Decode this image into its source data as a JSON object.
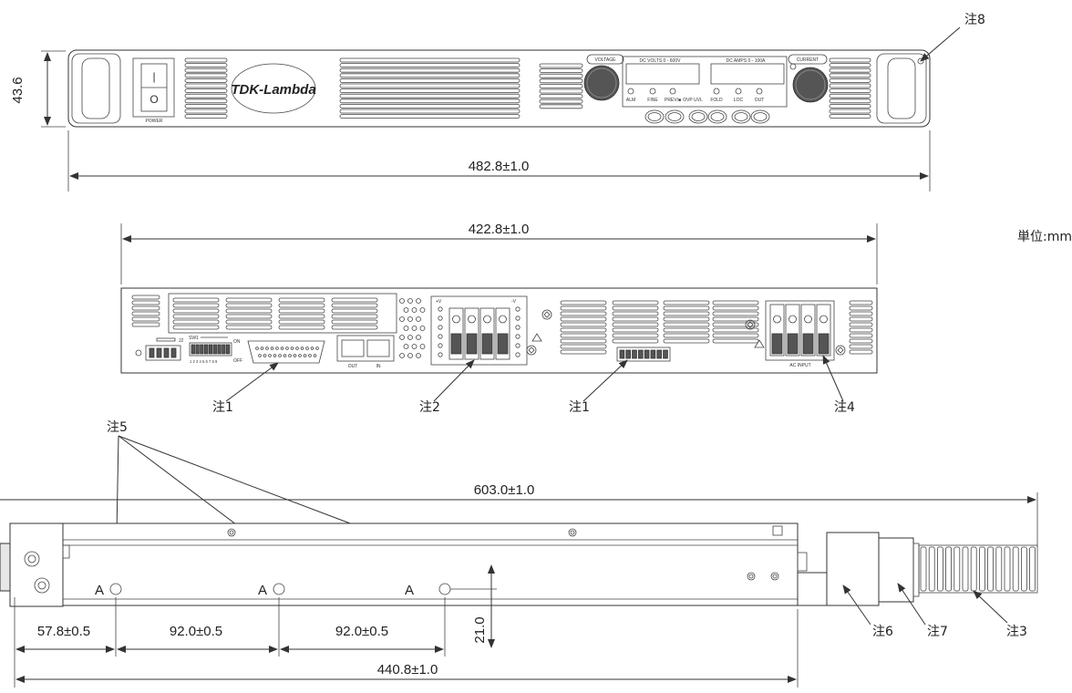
{
  "units_label": "単位:mm",
  "front_view": {
    "logo": "TDK-Lambda",
    "power_label": "POWER",
    "power_switch_on": "|",
    "power_switch_off": "O",
    "voltage_label": "VOLTAGE",
    "current_label": "CURRENT",
    "dc_volts_label": "DC VOLTS 0 - 600V",
    "dc_amps_label": "DC AMPS 0 - 100A",
    "indicator_labels": [
      "ALM",
      "FINE",
      "PREV/■",
      "OVP UVL",
      "FOLD",
      "LOC",
      "OUT"
    ],
    "height_dim": "43.6",
    "width_dim": "482.8±1.0",
    "note8": "注8"
  },
  "rear_view": {
    "width_dim": "422.8±1.0",
    "j2_label": "J2",
    "sw1_label": "SW1",
    "on_label": "ON",
    "off_label": "OFF",
    "sw1_positions": "1 2 3 4 5 6 7 8 9",
    "out_label": "OUT",
    "in_label": "IN",
    "plus_v": "+V",
    "minus_v": "-V",
    "ac_input": "AC INPUT",
    "notes": [
      "注1",
      "注2",
      "注1",
      "注4"
    ]
  },
  "side_view": {
    "note5": "注5",
    "hole_labels": [
      "A",
      "A",
      "A"
    ],
    "overall_dim": "603.0±1.0",
    "dims": [
      "57.8±0.5",
      "92.0±0.5",
      "92.0±0.5"
    ],
    "height_dim": "21.0",
    "body_dim": "440.8±1.0",
    "notes": [
      "注6",
      "注7",
      "注3"
    ]
  }
}
